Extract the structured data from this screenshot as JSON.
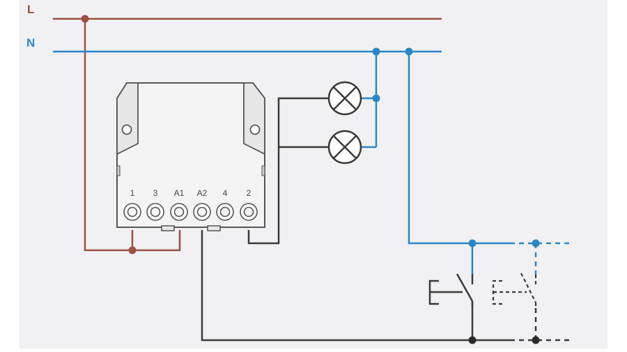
{
  "diagram": {
    "rails": {
      "live_label": "L",
      "neutral_label": "N"
    },
    "relay": {
      "terminals": [
        "1",
        "3",
        "A1",
        "A2",
        "4",
        "2"
      ]
    },
    "colors": {
      "background": "#f1f1f3",
      "live": "#9c4f43",
      "neutral": "#2a86c8",
      "wire": "#3a3a3a",
      "device_stroke": "#555555",
      "device_fill": "#f4f4f4"
    }
  }
}
